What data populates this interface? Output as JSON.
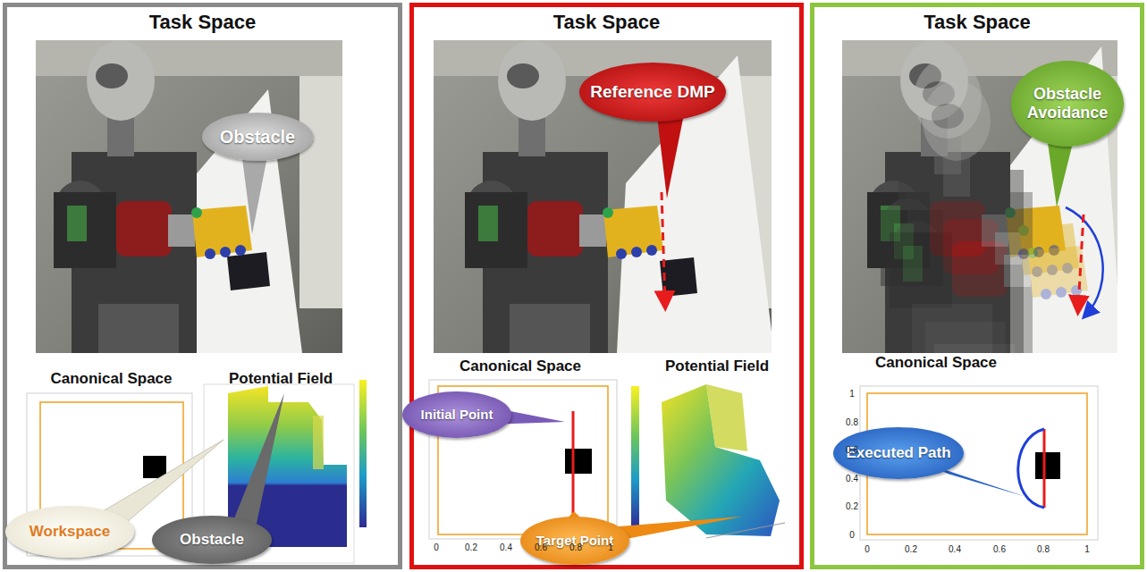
{
  "diagram": {
    "nodes": [
      {
        "text": [
          "Task Space"
        ]
      },
      {
        "text": [
          "Obstacle"
        ],
        "in": 0
      },
      {
        "text": [
          "Canonical Space"
        ],
        "in": 0
      },
      {
        "text": [
          "Potential Field"
        ],
        "in": 0
      },
      {
        "text": [
          "Workspace"
        ],
        "in": 0
      },
      {
        "text": [
          "Obstacle"
        ],
        "in": 0
      },
      {
        "text": [
          "Task Space"
        ]
      },
      {
        "text": [
          "Reference DMP"
        ],
        "in": 6
      },
      {
        "text": [
          "Canonical Space"
        ],
        "in": 6
      },
      {
        "text": [
          "Potential Field"
        ],
        "in": 6
      },
      {
        "text": [
          "Initial Point"
        ],
        "in": 6
      },
      {
        "text": [
          "Target Point"
        ],
        "in": 6
      },
      {
        "text": [
          "Task Space"
        ]
      },
      {
        "text": [
          "Obstacle Avoidance"
        ],
        "in": 12
      },
      {
        "text": [
          "Canonical Space"
        ],
        "in": 12
      },
      {
        "text": [
          "Executed Path"
        ],
        "in": 12
      }
    ],
    "labels": [
      "0",
      "0.2",
      "0.4",
      "0.6",
      "0.8",
      "1",
      "0",
      "0.2",
      "0.4",
      "0.6",
      "0.8",
      "1",
      "0",
      "0.2",
      "0.4",
      "0.6",
      "0.8",
      "1"
    ]
  }
}
